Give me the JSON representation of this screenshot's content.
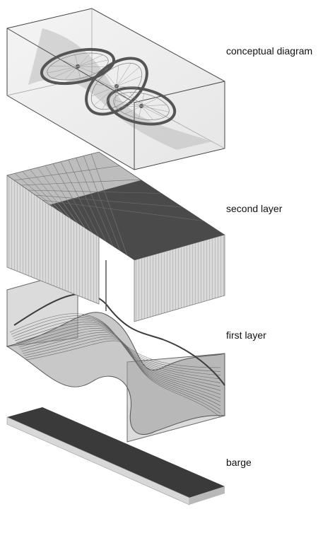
{
  "layers": [
    {
      "id": "conceptual",
      "label": "conceptual diagram"
    },
    {
      "id": "second",
      "label": "second layer"
    },
    {
      "id": "first",
      "label": "first layer"
    },
    {
      "id": "barge",
      "label": "barge"
    }
  ],
  "colors": {
    "outline": "#444444",
    "grid_dark": "#4a4a4a",
    "grid_light": "#bdbdbd",
    "barge_top": "#3a3a3a",
    "barge_side": "#d8d8d8",
    "wheel": "#555555",
    "text": "#111111"
  }
}
